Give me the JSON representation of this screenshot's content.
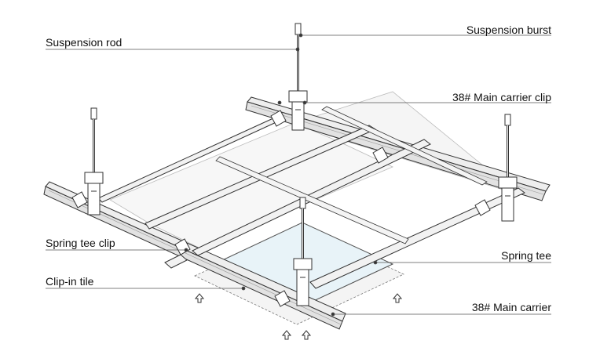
{
  "labels": {
    "suspension_rod": "Suspension rod",
    "suspension_burst": "Suspension burst",
    "main_carrier_clip": "38# Main carrier clip",
    "spring_tee_clip": "Spring tee clip",
    "clip_in_tile": "Clip-in tile",
    "spring_tee": "Spring tee",
    "main_carrier": "38#  Main carrier"
  },
  "colors": {
    "line": "#333333",
    "metal": "#eeeeee",
    "panel": "#f7f7f7",
    "tile": "#e8f3f8",
    "leader": "#555555"
  }
}
